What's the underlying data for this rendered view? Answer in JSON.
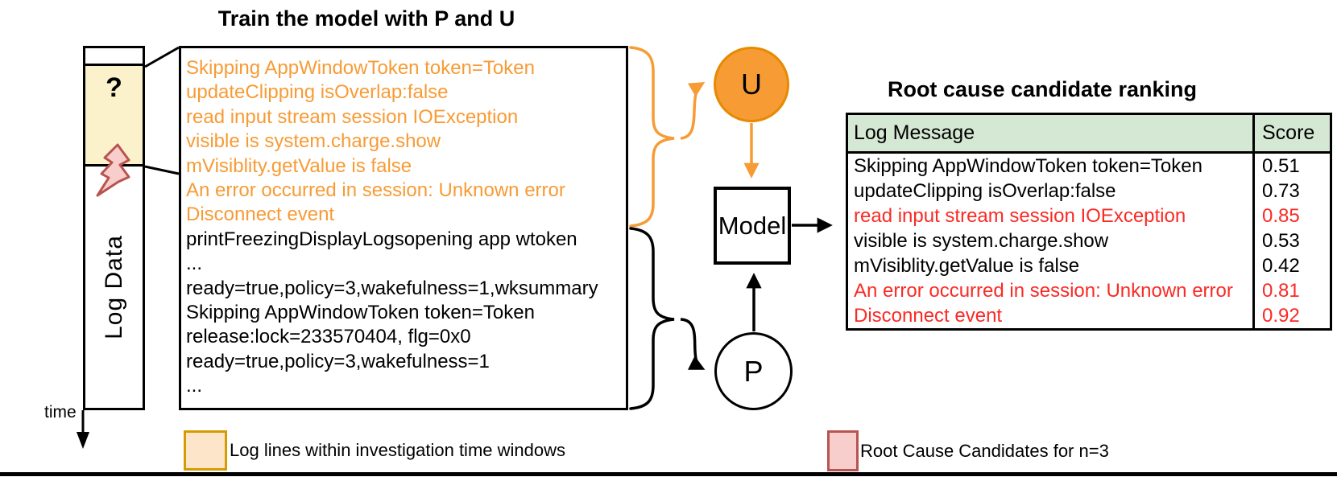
{
  "colors": {
    "orange": "#F79B35",
    "orange_dark": "#E68A00",
    "yellow_fill": "#FBF2CC",
    "pink_fill": "#F8CECC",
    "pink_stroke": "#B85450",
    "legend_orange_fill": "#FCE5C9",
    "legend_orange_stroke": "#D79B00",
    "green_header": "#D5E8D4",
    "red_text": "#FA2A25",
    "black": "#000000"
  },
  "titles": {
    "train": "Train the model with P and U",
    "ranking": "Root cause candidate ranking"
  },
  "left_panel": {
    "question_mark": "?",
    "bar_label": "Log Data",
    "time_label": "time"
  },
  "log_box": {
    "lines": [
      {
        "text": "Skipping AppWindowToken token=Token",
        "color": "orange"
      },
      {
        "text": "updateClipping isOverlap:false",
        "color": "orange"
      },
      {
        "text": "read input stream session IOException",
        "color": "orange"
      },
      {
        "text": "visible is system.charge.show",
        "color": "orange"
      },
      {
        "text": "mVisiblity.getValue is false",
        "color": "orange"
      },
      {
        "text": "An error occurred in session: Unknown error",
        "color": "orange"
      },
      {
        "text": "Disconnect event",
        "color": "orange"
      },
      {
        "text": "printFreezingDisplayLogsopening app wtoken",
        "color": "black"
      },
      {
        "text": "...",
        "color": "black"
      },
      {
        "text": "ready=true,policy=3,wakefulness=1,wksummary",
        "color": "black"
      },
      {
        "text": "Skipping AppWindowToken token=Token",
        "color": "black"
      },
      {
        "text": "release:lock=233570404, flg=0x0",
        "color": "black"
      },
      {
        "text": "ready=true,policy=3,wakefulness=1",
        "color": "black"
      },
      {
        "text": "...",
        "color": "black"
      }
    ]
  },
  "nodes": {
    "u": "U",
    "p": "P",
    "model": "Model"
  },
  "table": {
    "headers": [
      "Log Message",
      "Score"
    ],
    "rows": [
      {
        "message": "Skipping AppWindowToken token=Token",
        "score": "0.51",
        "color": "black"
      },
      {
        "message": "updateClipping isOverlap:false",
        "score": "0.73",
        "color": "black"
      },
      {
        "message": "read input stream session IOException",
        "score": "0.85",
        "color": "red"
      },
      {
        "message": "visible is system.charge.show",
        "score": "0.53",
        "color": "black"
      },
      {
        "message": "mVisiblity.getValue is false",
        "score": "0.42",
        "color": "black"
      },
      {
        "message": "An error occurred in session: Unknown error",
        "score": "0.81",
        "color": "red"
      },
      {
        "message": "Disconnect event",
        "score": "0.92",
        "color": "red"
      }
    ]
  },
  "legend": {
    "investigation": "Log lines within investigation time windows",
    "root_cause": "Root Cause Candidates for n=3"
  }
}
